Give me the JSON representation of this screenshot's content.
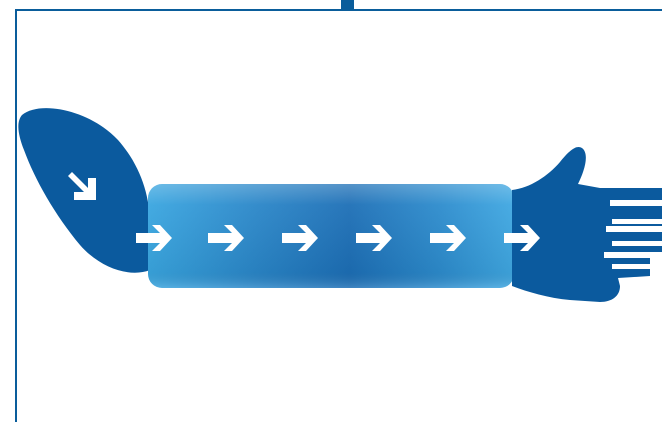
{
  "diagram": {
    "type": "flow-illustration",
    "colors": {
      "hand_primary": "#0b5a9e",
      "tube_light": "#3aa0dc",
      "tube_dark": "#1a6db5",
      "arrow": "#ffffff",
      "frame": "#0a5d9b"
    },
    "icons": [
      "left-giving-hand-icon",
      "flow-tube",
      "right-receiving-hand-icon",
      "arrow-icon"
    ],
    "arrow_count_in_tube": 6
  }
}
